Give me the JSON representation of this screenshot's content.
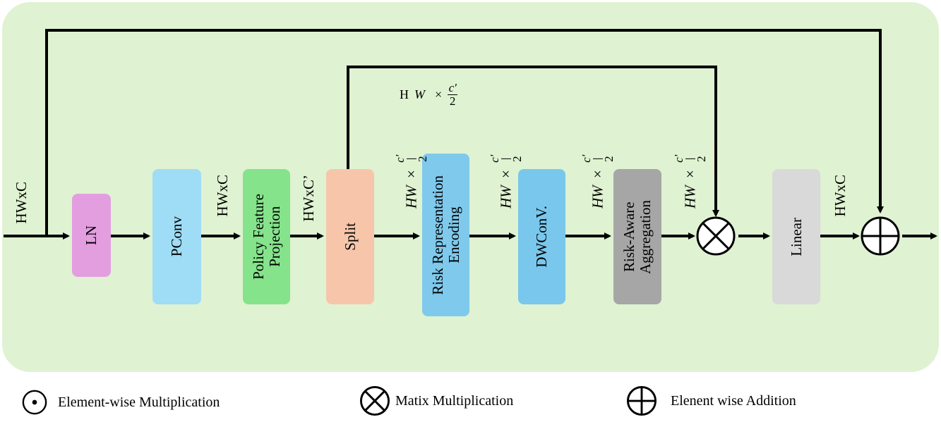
{
  "blocks": {
    "ln": "LN",
    "pconv": "PConv",
    "policy": "Policy Feature\nProjection",
    "split": "Split",
    "risk_rep": "Risk Representation\nEncoding",
    "dwconv": "DWConV.",
    "risk_agg": "Risk-Aware\nAggregation",
    "linear": "Linear"
  },
  "colors": {
    "panel": "#dff2d2",
    "ln": "#e39ee0",
    "pconv": "#9fdcf6",
    "policy": "#85e38b",
    "split": "#f7c6aa",
    "risk_rep": "#7fc9ec",
    "dwconv": "#79c7ec",
    "risk_agg": "#a6a6a6",
    "linear": "#d9d9d9"
  },
  "labels": {
    "input": "HWxC",
    "after_pconv": "HWxC",
    "after_policy": "HWxC’",
    "after_linear": "HWxC",
    "skip_prefix_h": "H",
    "skip_prefix_w": "W",
    "times": "×",
    "hw": "HW",
    "frac_num": "c'",
    "frac_den": "2"
  },
  "legend": {
    "element_mult": "Element-wise Multiplication",
    "matrix_mult": "Matix Multiplication",
    "element_add": "Elenent wise Addition"
  }
}
